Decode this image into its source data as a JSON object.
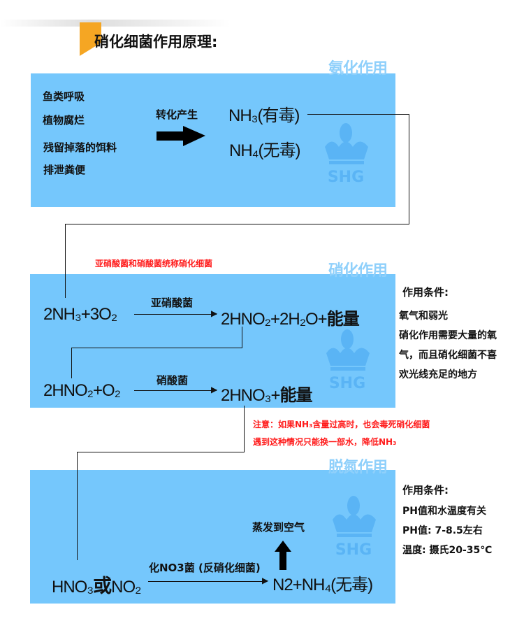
{
  "title": "硝化细菌作用原理:",
  "colors": {
    "box": "#75c7fc",
    "stage_label": "#8fd0fb",
    "accent": "#f5a623",
    "note": "#ff1a1a"
  },
  "logo_text": "SHG",
  "stage1": {
    "label": "氨化作用",
    "sources": [
      "鱼类呼吸",
      "植物腐烂",
      "残留掉落的饵料",
      "排泄粪便"
    ],
    "arrow_label": "转化产生",
    "products": [
      "NH₃(有毒)",
      "NH₄(无毒)"
    ]
  },
  "stage2": {
    "note": "亚硝酸菌和硝酸菌统称硝化细菌",
    "label": "硝化作用",
    "reaction1": {
      "left": "2NH₃+3O₂",
      "bacteria": "亚硝酸菌",
      "right": "2HNO₂+2H₂O+",
      "energy": "能量"
    },
    "reaction2": {
      "left": "2HNO₂+O₂",
      "bacteria": "硝酸菌",
      "right": "2HNO₃+",
      "energy": "能量"
    },
    "conditions_title": "作用条件:",
    "conditions": [
      "氧气和弱光",
      "硝化作用需要大量的氧",
      "气，而且硝化细菌不喜",
      "欢光线充足的地方"
    ],
    "warning": [
      "注意：如果NH₃含量过高时，也会毒死硝化细菌",
      "遇到这种情况只能换一部水，降低NH₃"
    ]
  },
  "stage3": {
    "label": "脱氮作用",
    "reactant_a": "HNO₃",
    "or": "或",
    "reactant_b": "NO₂",
    "bacteria": "化NO3菌 (反硝化细菌)",
    "product": "N2+NH₄(无毒)",
    "evaporate": "蒸发到空气",
    "conditions_title": "作用条件:",
    "conditions": [
      "PH值和水温度有关",
      "PH值: 7-8.5左右",
      "温度: 摄氏20-35℃"
    ]
  }
}
